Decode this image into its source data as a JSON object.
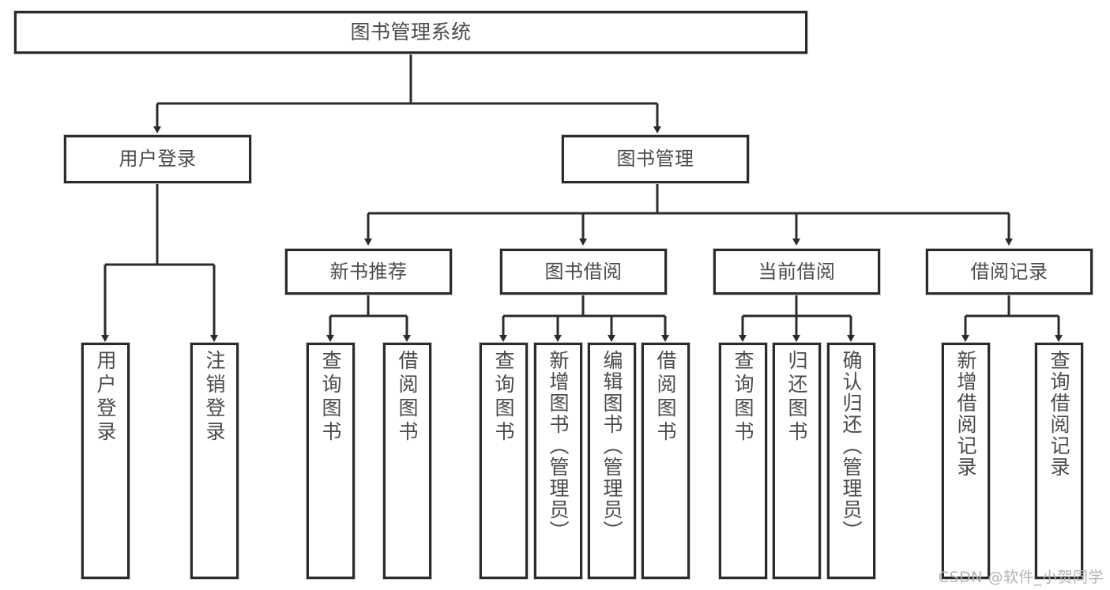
{
  "diagram": {
    "title": "图书管理系统",
    "type": "tree-hierarchy-chart",
    "colors": {
      "stroke": "#2b2b2b",
      "fill": "#ffffff",
      "text": "#4a4a4a",
      "halo": "#c9c9c9",
      "watermark": "#b3b3b3"
    },
    "root": {
      "label": "图书管理系统"
    },
    "level2": [
      {
        "label": "用户登录"
      },
      {
        "label": "图书管理"
      }
    ],
    "level3": [
      {
        "label": "新书推荐"
      },
      {
        "label": "图书借阅"
      },
      {
        "label": "当前借阅"
      },
      {
        "label": "借阅记录"
      }
    ],
    "leaves": {
      "user_login": [
        {
          "label": "用户登录"
        },
        {
          "label": "注销登录"
        }
      ],
      "new_book_recommend": [
        {
          "label": "查询图书"
        },
        {
          "label": "借阅图书"
        }
      ],
      "book_borrow": [
        {
          "label": "查询图书"
        },
        {
          "label": "新增图书（管理员）"
        },
        {
          "label": "编辑图书（管理员）"
        },
        {
          "label": "借阅图书"
        }
      ],
      "current_borrow": [
        {
          "label": "查询图书"
        },
        {
          "label": "归还图书"
        },
        {
          "label": "确认归还（管理员）"
        }
      ],
      "borrow_record": [
        {
          "label": "新增借阅记录"
        },
        {
          "label": "查询借阅记录"
        }
      ]
    },
    "watermark": "CSDN @软件_小贺同学"
  }
}
